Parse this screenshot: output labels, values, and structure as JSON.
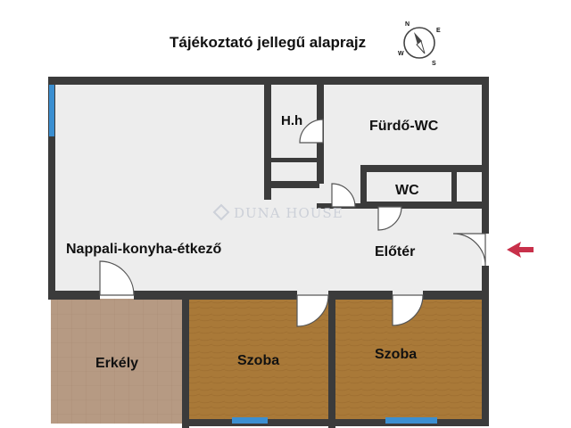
{
  "title": "Tájékoztató jellegű alaprajz",
  "watermark": "DUNA HOUSE",
  "rooms": {
    "living": "Nappali-konyha-étkező",
    "pantry": "H.h",
    "bath": "Fürdő-WC",
    "wc": "WC",
    "hall": "Előtér",
    "balcony": "Erkély",
    "room1": "Szoba",
    "room2": "Szoba"
  },
  "compass": {
    "north": "N",
    "east": "E",
    "south": "S",
    "west": "W"
  },
  "colors": {
    "wall": "#3b3b3b",
    "floor": "#ededed",
    "parquet": "#a97938",
    "balcony": "#b69a83",
    "window": "#3b8fd1",
    "entrance_arrow": "#c8304a"
  }
}
